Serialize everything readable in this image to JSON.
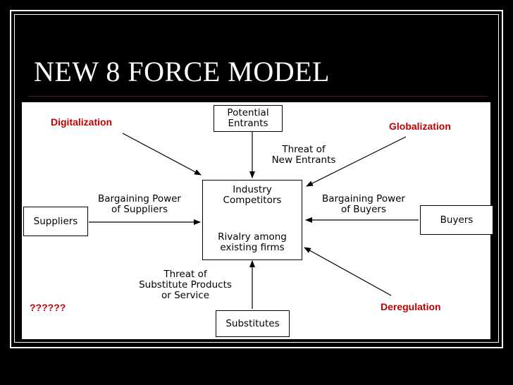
{
  "slide": {
    "title": "NEW 8 FORCE MODEL"
  },
  "diagram": {
    "boxes": {
      "potential_entrants": "Potential\nEntrants",
      "industry_competitors": "Industry\nCompetitors",
      "rivalry": "Rivalry among\nexisting firms",
      "suppliers": "Suppliers",
      "buyers": "Buyers",
      "substitutes": "Substitutes"
    },
    "labels": {
      "threat_new_entrants": "Threat of\nNew Entrants",
      "bargaining_suppliers": "Bargaining Power\nof Suppliers",
      "bargaining_buyers": "Bargaining Power\nof Buyers",
      "threat_substitutes": "Threat of\nSubstitute Products\nor Service"
    },
    "forces": {
      "digitalization": "Digitalization",
      "globalization": "Globalization",
      "deregulation": "Deregulation",
      "unknown": "??????"
    },
    "colors": {
      "force_text": "#c00000",
      "arrow": "#000000"
    }
  }
}
